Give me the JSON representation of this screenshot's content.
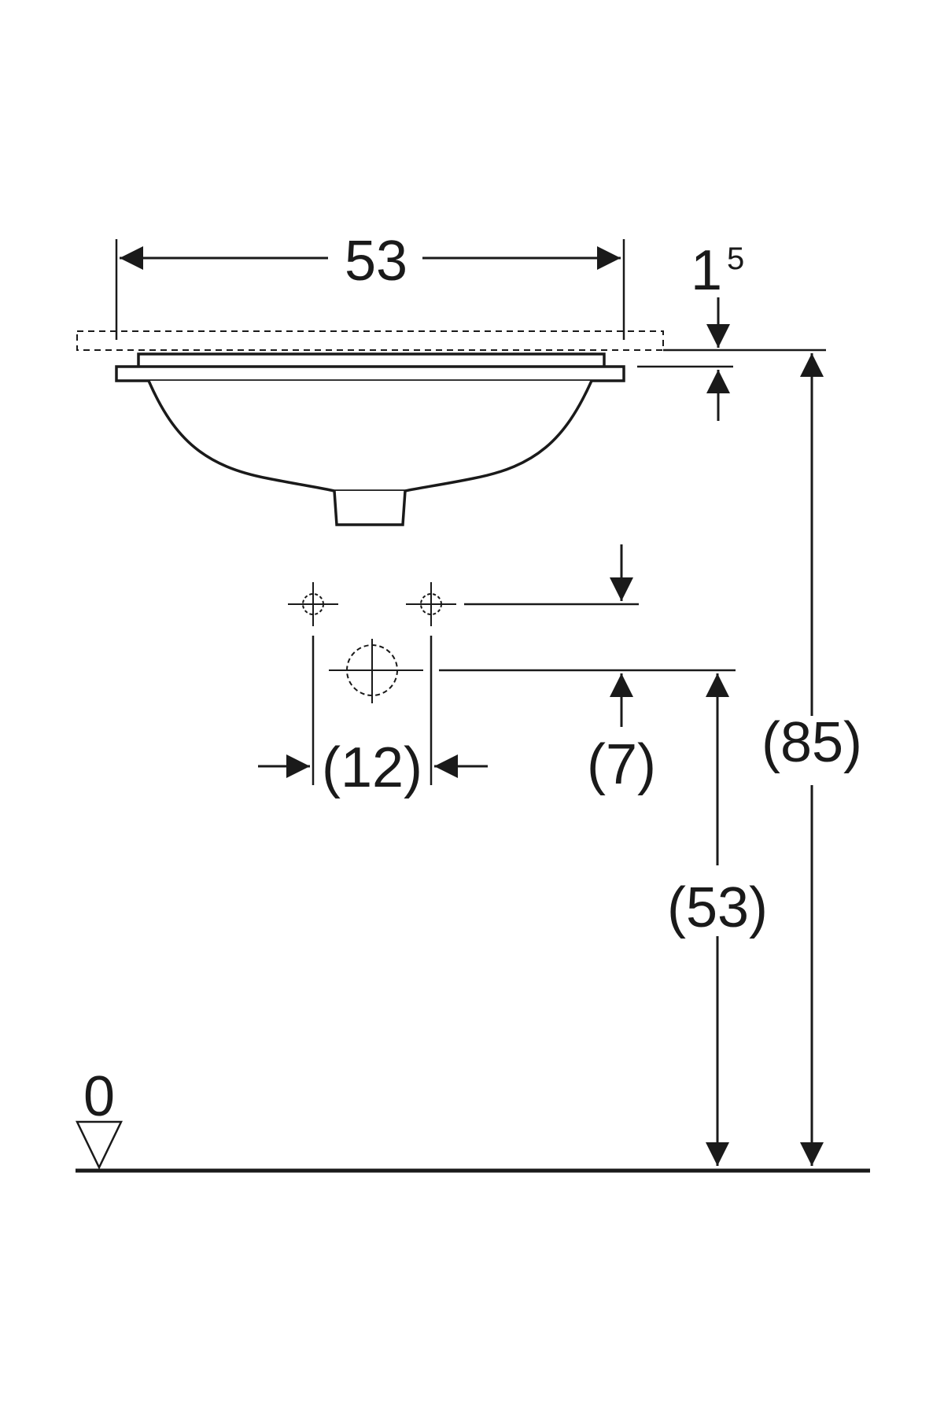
{
  "diagram": {
    "labels": {
      "width": "53",
      "overlap_base": "1",
      "overlap_sup": "5",
      "tap_spacing": "(12)",
      "tap_offset": "(7)",
      "drain_height": "(53)",
      "rim_height": "(85)",
      "floor_level": "0"
    }
  }
}
